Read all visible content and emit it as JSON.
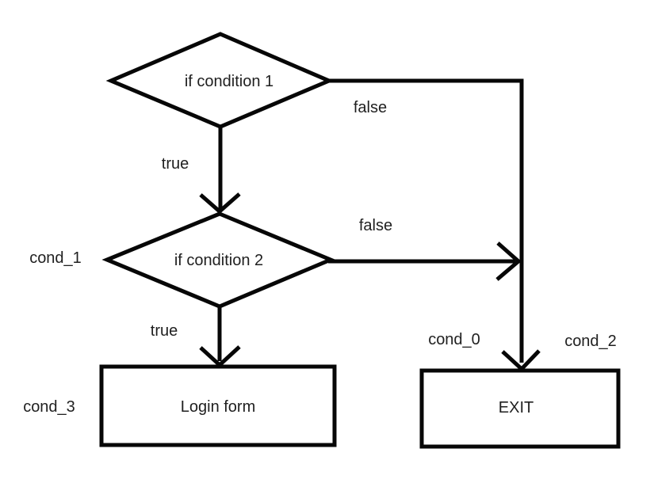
{
  "diagram": {
    "type": "flowchart",
    "background_color": "#ffffff",
    "line_color": "#070707",
    "text_color": "#1f1f1f",
    "annotation_color": "#fb3c3c",
    "nodes": {
      "condition1": {
        "label": "if condition 1",
        "shape": "diamond"
      },
      "condition2": {
        "label": "if condition 2",
        "shape": "diamond"
      },
      "login": {
        "label": "Login form",
        "shape": "rect"
      },
      "exit": {
        "label": "EXIT",
        "shape": "rect"
      }
    },
    "edge_labels": {
      "cond1_true": "true",
      "cond1_false": "false",
      "cond2_true": "true",
      "cond2_false": "false"
    },
    "annotations": {
      "cond_0": "cond_0",
      "cond_1": "cond_1",
      "cond_2": "cond_2",
      "cond_3": "cond_3"
    },
    "edges": [
      {
        "from": "condition1",
        "to": "condition2",
        "label": "true"
      },
      {
        "from": "condition1",
        "to": "exit",
        "label": "false"
      },
      {
        "from": "condition2",
        "to": "login",
        "label": "true"
      },
      {
        "from": "condition2",
        "to": "exit",
        "label": "false"
      }
    ]
  }
}
